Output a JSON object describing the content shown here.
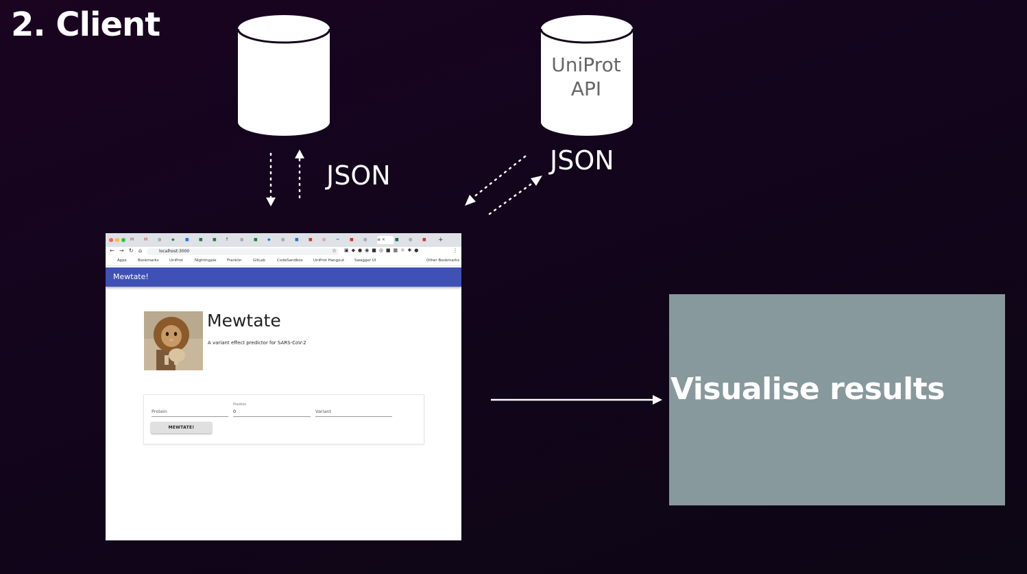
{
  "slide": {
    "title": "2. Client"
  },
  "databases": {
    "left": {
      "label_lines": []
    },
    "right": {
      "label_lines": [
        "UniProt",
        "API"
      ]
    }
  },
  "arrows": {
    "left_label": "JSON",
    "right_label": "JSON"
  },
  "browser": {
    "url": "localhost:3000",
    "bookmarks": [
      "Apps",
      "Bookmarks",
      "UniProt",
      "Nightingale",
      "Franklin",
      "GitLab",
      "CodeSandbox",
      "UniProt Hangout",
      "Swagger UI",
      "Other Bookmarks"
    ],
    "app_bar_title": "Mewtate!",
    "app": {
      "heading": "Mewtate",
      "subtitle": "A variant effect predictor for SARS-CoV-2",
      "form": {
        "protein_placeholder": "Protein",
        "position_caption": "Position",
        "position_value": "0",
        "variant_placeholder": "Variant",
        "submit_label": "MEWTATE!"
      }
    }
  },
  "result_box": {
    "label": "Visualise results",
    "color": "#87999d"
  },
  "colors": {
    "background": "#14051a",
    "app_bar": "#3f51b5"
  }
}
